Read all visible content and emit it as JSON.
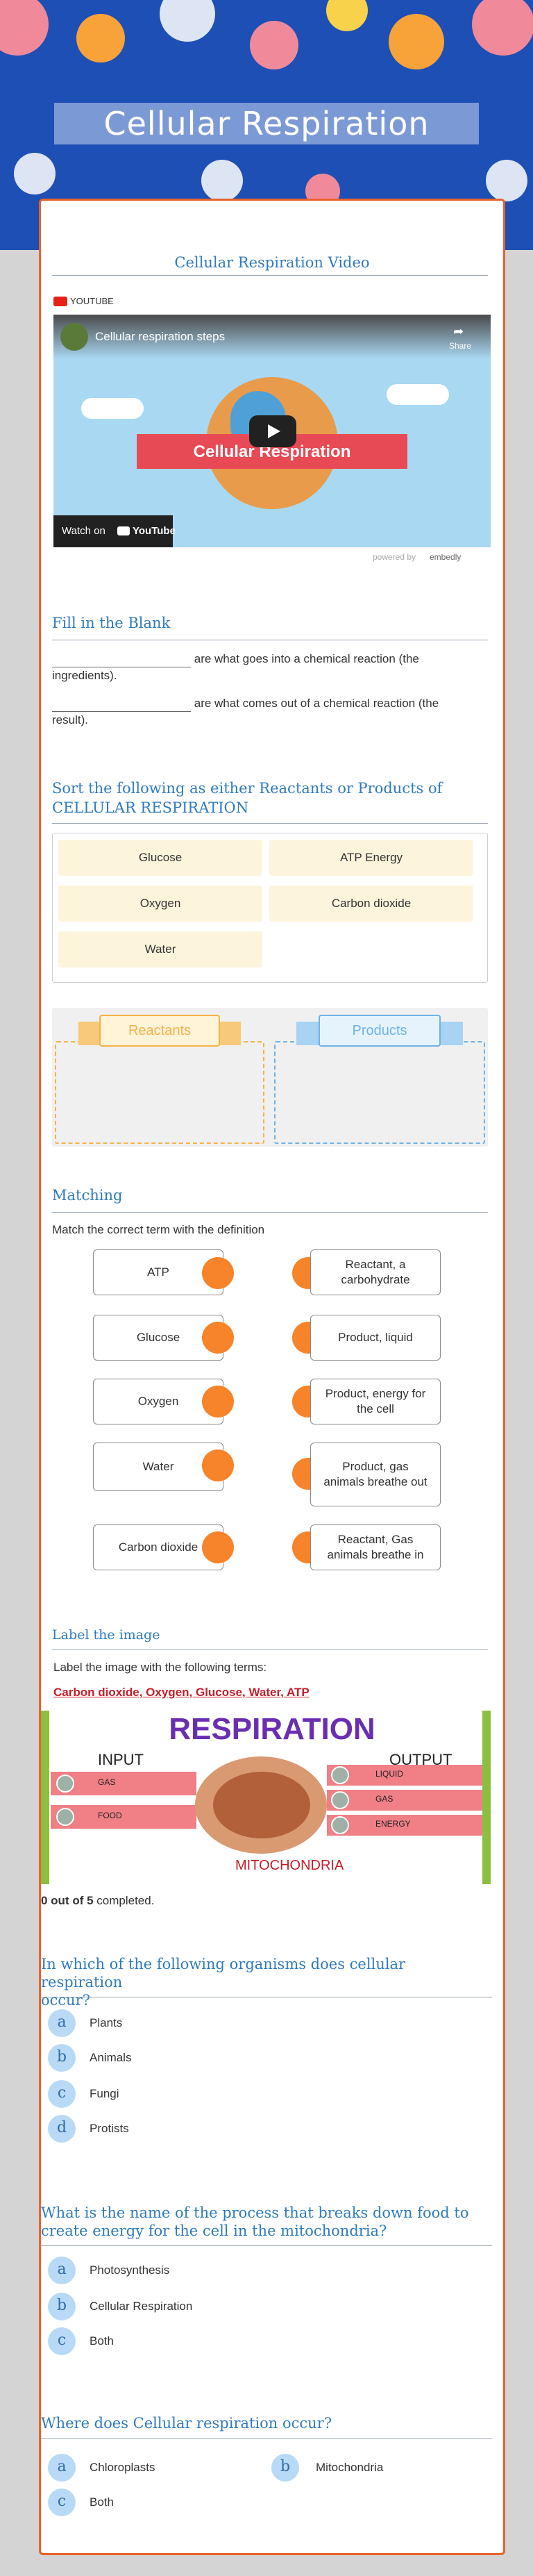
{
  "page": {
    "title": "Cellular Respiration"
  },
  "video": {
    "heading": "Cellular Respiration Video",
    "provider": "YOUTUBE",
    "clip_title": "Cellular respiration steps",
    "share": "Share",
    "thumbnail_text": "Cellular Respiration",
    "watch_on": "Watch on",
    "youtube": "YouTube",
    "powered_by": "powered by",
    "embedly": "embedly"
  },
  "fill_blank": {
    "heading": "Fill in the Blank",
    "line1_a": "are what goes into a chemical reaction (the",
    "line1_b": "ingredients).",
    "line2_a": "are what comes out of a chemical reaction (the",
    "line2_b": "result)."
  },
  "sort": {
    "heading_line1": "Sort the following as either Reactants or Products of",
    "heading_line2": "CELLULAR RESPIRATION",
    "items": [
      "Glucose",
      "ATP Energy",
      "Oxygen",
      "Carbon dioxide",
      "Water"
    ],
    "bin_left": "Reactants",
    "bin_right": "Products"
  },
  "matching": {
    "heading": "Matching",
    "instruction": "Match the correct term with the definition",
    "terms": [
      "ATP",
      "Glucose",
      "Oxygen",
      "Water",
      "Carbon dioxide"
    ],
    "definitions": [
      "Reactant, a carbohydrate",
      "Product, liquid",
      "Product, energy for the cell",
      "Product, gas animals breathe out",
      "Reactant, Gas animals breathe in"
    ]
  },
  "label_image": {
    "heading": "Label the image",
    "instruction": "Label the image with the following terms:",
    "terms": "Carbon dioxide, Oxygen, Glucose, Water, ATP",
    "diagram_title": "RESPIRATION",
    "input": "INPUT",
    "output": "OUTPUT",
    "gas_in": "GAS",
    "food": "FOOD",
    "liquid": "LIQUID",
    "gas_out": "GAS",
    "energy": "ENERGY",
    "mito": "MITOCHONDRIA",
    "score_strong": "0 out of 5",
    "score_rest": " completed."
  },
  "q1": {
    "question_line1": "In which of the following organisms does cellular respiration",
    "question_line2": "occur?",
    "options": [
      {
        "letter": "a",
        "label": "Plants"
      },
      {
        "letter": "b",
        "label": "Animals"
      },
      {
        "letter": "c",
        "label": "Fungi"
      },
      {
        "letter": "d",
        "label": "Protists"
      }
    ]
  },
  "q2": {
    "question_line1": "What is the name of the process that breaks down food to",
    "question_line2": "create energy for the cell in the mitochondria?",
    "options": [
      {
        "letter": "a",
        "label": "Photosynthesis"
      },
      {
        "letter": "b",
        "label": "Cellular Respiration"
      },
      {
        "letter": "c",
        "label": "Both"
      }
    ]
  },
  "q3": {
    "question": "Where does Cellular respiration occur?",
    "options": [
      {
        "letter": "a",
        "label": "Chloroplasts"
      },
      {
        "letter": "b",
        "label": "Mitochondria"
      },
      {
        "letter": "c",
        "label": "Both"
      }
    ]
  },
  "colors": {
    "accent": "#2f7bbd",
    "card_border": "#e8632a",
    "match_dot": "#f7842a",
    "hero": "#1e4fb4"
  }
}
